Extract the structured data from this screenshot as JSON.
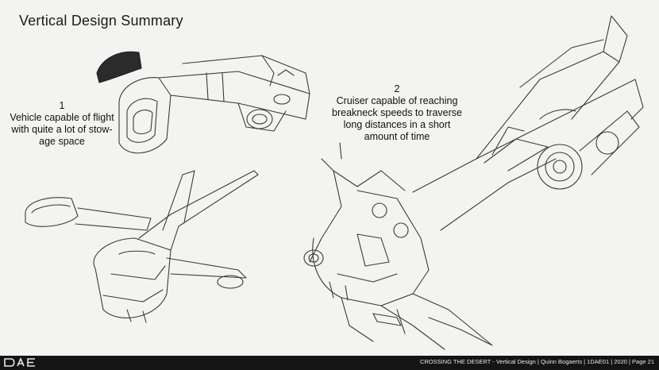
{
  "slide": {
    "title": "Vertical Design Summary",
    "caption_1": {
      "number": "1",
      "lines": [
        "Vehicle capable of flight",
        "with quite a lot of stow-",
        "age space"
      ]
    },
    "caption_2": {
      "number": "2",
      "lines": [
        "Cruiser capable of reaching",
        "breakneck speeds to traverse",
        "long distances in a short",
        "amount of time"
      ]
    }
  },
  "footer": {
    "logo_text": "DAE",
    "text": "CROSSING THE DESERT - Vertical Design | Quinn Bogaerts | 1DAE01 | 2020 | Page 21"
  }
}
